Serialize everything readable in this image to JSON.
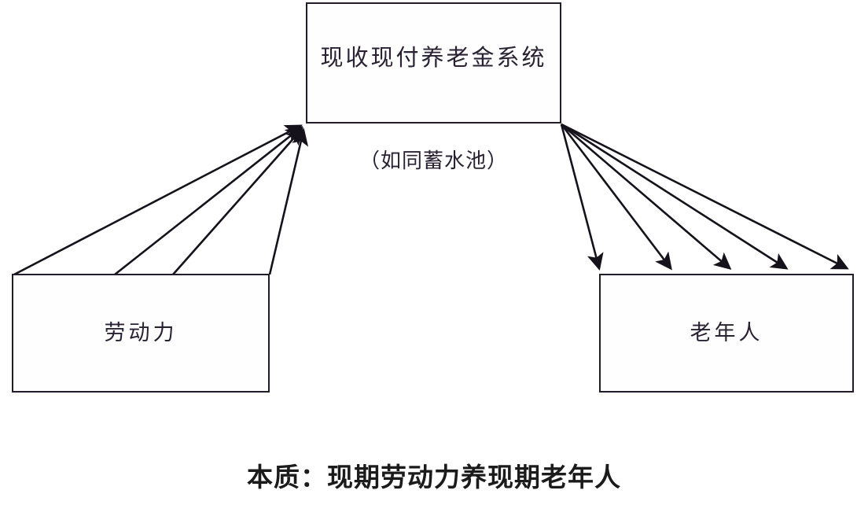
{
  "diagram": {
    "title_caption": "本质：现期劳动力养现期老年人",
    "subtitle": "（如同蓄水池）",
    "nodes": {
      "pension_system": "现收现付养老金系统",
      "labor_force": "劳动力",
      "elderly": "老年人"
    },
    "colors": {
      "stroke": "#231d2b",
      "text": "#2a2233",
      "caption": "#1b1b1b",
      "background": "#ffffff"
    },
    "flows": {
      "inflow_label": "劳动力 → 现收现付养老金系统",
      "outflow_label": "现收现付养老金系统 → 老年人",
      "inflow_arrow_count": 4,
      "outflow_arrow_count": 5
    }
  }
}
